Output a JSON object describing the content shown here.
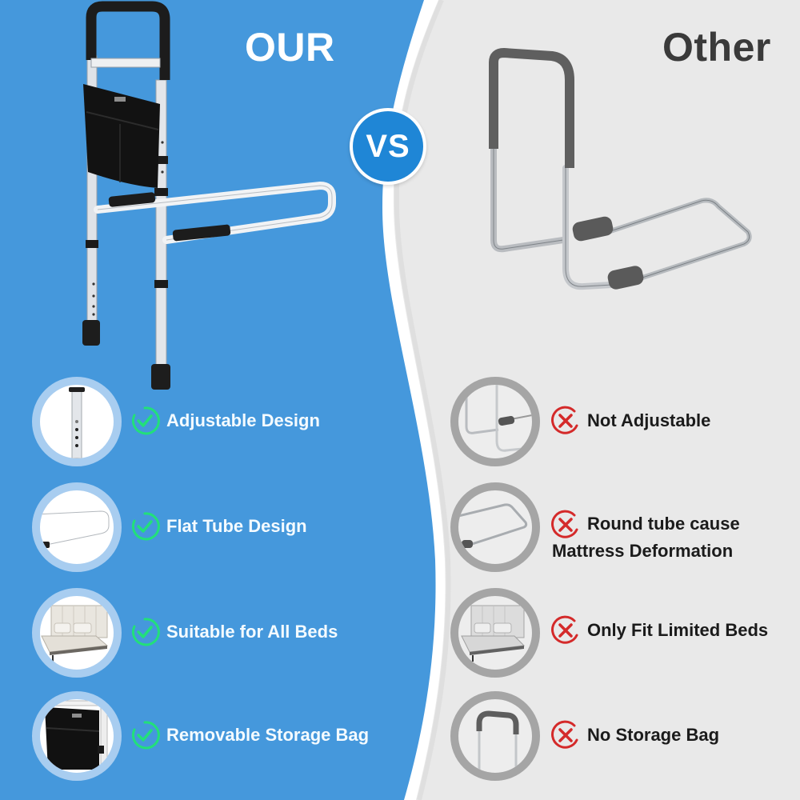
{
  "colors": {
    "left_bg": "#4598dc",
    "right_bg": "#e9e9e9",
    "divider": "#ffffff",
    "vs_badge": "#1f86d6",
    "check_green": "#22e07a",
    "cross_red": "#d42a2a",
    "ours_ring": "#a8cdf0",
    "theirs_ring": "#a5a5a5",
    "ours_text": "#f4fbff",
    "theirs_text": "#1b1b1b"
  },
  "header": {
    "left_title": "OUR",
    "right_title": "Other",
    "vs_label": "VS"
  },
  "ours": {
    "product_image": "bed-rail-with-storage-bag",
    "features": [
      {
        "label": "Adjustable Design",
        "icon": "check-circle-icon",
        "thumbnail": "adjustable-leg"
      },
      {
        "label": "Flat Tube Design",
        "icon": "check-circle-icon",
        "thumbnail": "flat-tube"
      },
      {
        "label": "Suitable for All Beds",
        "icon": "check-circle-icon",
        "thumbnail": "bed"
      },
      {
        "label": "Removable Storage Bag",
        "icon": "check-circle-icon",
        "thumbnail": "storage-bag"
      }
    ]
  },
  "theirs": {
    "product_image": "basic-bed-rail",
    "features": [
      {
        "label": "Not Adjustable",
        "icon": "x-circle-icon",
        "thumbnail": "fixed-leg"
      },
      {
        "label": "Round tube cause",
        "label_line2": "Mattress Deformation",
        "icon": "x-circle-icon",
        "thumbnail": "round-tube"
      },
      {
        "label": "Only Fit Limited Beds",
        "icon": "x-circle-icon",
        "thumbnail": "bed"
      },
      {
        "label": "No Storage Bag",
        "icon": "x-circle-icon",
        "thumbnail": "handle-no-bag"
      }
    ]
  }
}
